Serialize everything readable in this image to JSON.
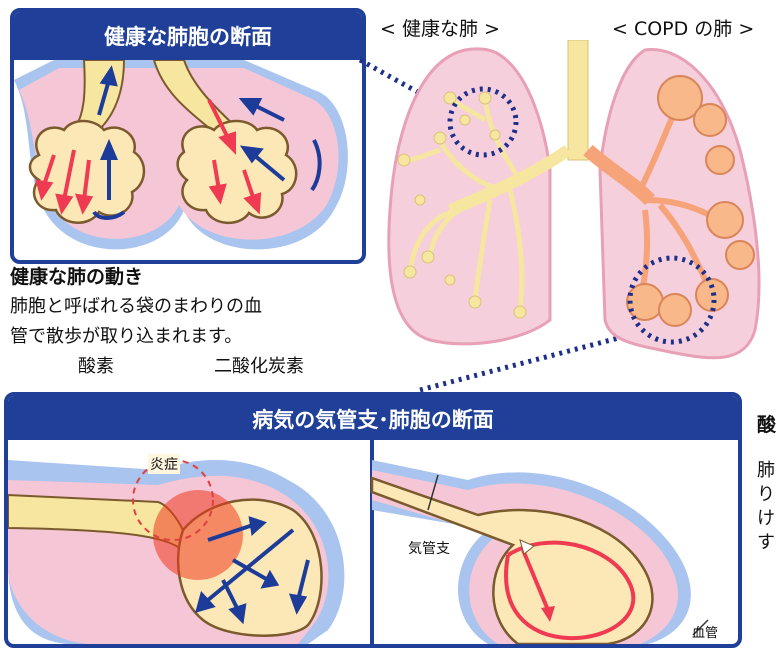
{
  "top_panel": {
    "title": "健康な肺胞の断面"
  },
  "lung_labels": {
    "healthy": "< 健康な肺 >",
    "copd": "< COPD の肺 >"
  },
  "healthy_text": {
    "heading": "健康な肺の動き",
    "line1": "肺胞と呼ばれる袋のまわりの血",
    "line2": "管で散歩が取り込まれます。",
    "oxygen": "酸素",
    "co2": "二酸化炭素"
  },
  "bottom_panel": {
    "title": "病気の気管支･肺胞の断面",
    "inflammation": "炎症",
    "bronchus": "気管支",
    "blood_vessel": "血管"
  },
  "right_text": {
    "heading": "酸",
    "line1": "肺",
    "line2": "り",
    "line3": "け",
    "line4": "す"
  },
  "colors": {
    "panel_blue": "#1f3f98",
    "lung_pink": "#f6cfdc",
    "lung_outline": "#e7a0b6",
    "airway_yellow": "#f6e6a0",
    "alveolus_fill": "#fbe8b6",
    "arrow_red": "#ef3a52",
    "arrow_blue": "#1d3c9a",
    "dotted_blue": "#1d2f8a"
  }
}
